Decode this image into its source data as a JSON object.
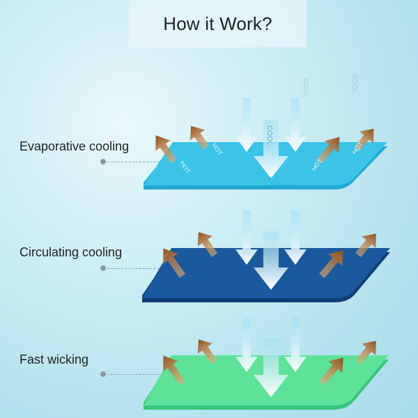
{
  "title": "How it Work?",
  "layers": [
    {
      "label": "Evaporative cooling",
      "color": "#3cc3e8",
      "edge_color": "#22a9d2"
    },
    {
      "label": "Circulating cooling",
      "color": "#1a5a9c",
      "edge_color": "#0f3e74"
    },
    {
      "label": "Fast wicking",
      "color": "#5ee29a",
      "edge_color": "#38c47a"
    }
  ],
  "arrow_labels": {
    "cool": "COOL",
    "hot": "HOT"
  },
  "colors": {
    "hot_arrow": "#a8672a",
    "cool_arrow": "#e8f8ff"
  }
}
